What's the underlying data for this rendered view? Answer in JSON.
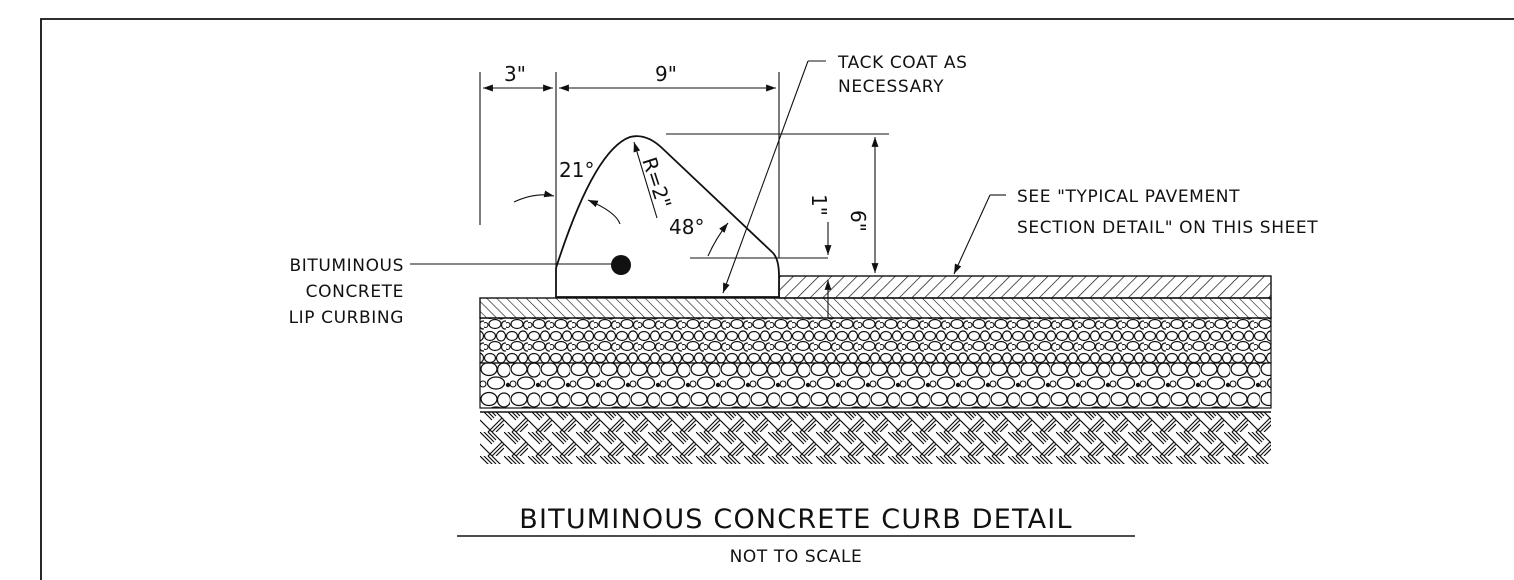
{
  "title": "BITUMINOUS CONCRETE CURB DETAIL",
  "subtitle": "NOT TO SCALE",
  "labels": {
    "curbing": [
      "BITUMINOUS",
      "CONCRETE",
      "LIP CURBING"
    ],
    "tack_coat": [
      "TACK COAT AS",
      "NECESSARY"
    ],
    "pavement_ref": [
      "SEE \"TYPICAL PAVEMENT",
      "SECTION DETAIL\" ON THIS SHEET"
    ]
  },
  "dimensions": {
    "setback": "3\"",
    "base_width": "9\"",
    "height": "6\"",
    "lip": "1\"",
    "radius": "R=2\"",
    "face_angle": "21°",
    "back_angle": "48°"
  }
}
